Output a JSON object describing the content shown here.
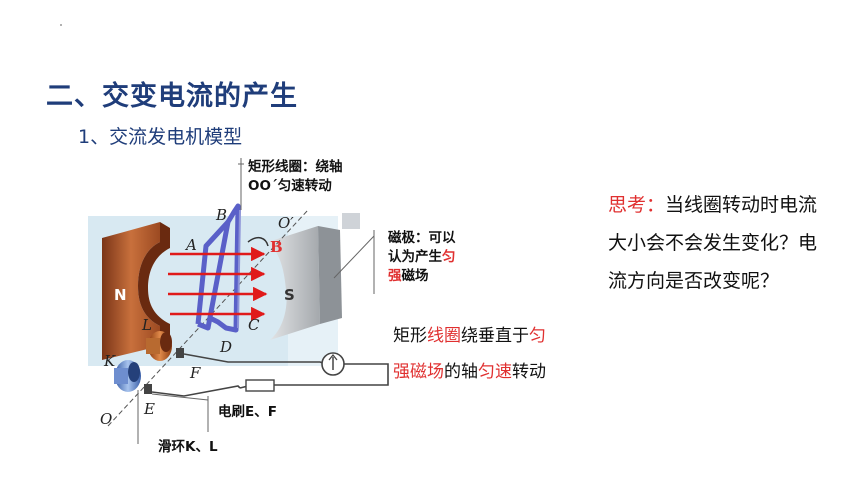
{
  "slide": {
    "title": "二、交变电流的产生",
    "subtitle": "1、交流发电机模型"
  },
  "diagram": {
    "coil_label": [
      "矩形线圈：绕轴",
      "OO´匀速转动"
    ],
    "pole_label": {
      "line1": "磁极：可以",
      "line2a": "认为产生",
      "line2b": "匀",
      "line3a": "强",
      "line3b": "磁场"
    },
    "brush_label": "电刷E、F",
    "ring_label": "滑环K、L",
    "letters": {
      "n": "N",
      "s": "S",
      "a": "A",
      "b": "B",
      "b_red": "B",
      "c": "C",
      "d": "D",
      "e": "E",
      "f": "F",
      "k": "K",
      "l": "L",
      "o": "O",
      "o2": "O′"
    }
  },
  "description": {
    "p1": "矩形",
    "p2": "线圈",
    "p3": "绕垂直于",
    "p4": "匀",
    "p5": "强磁场",
    "p6": "的轴",
    "p7": "匀速",
    "p8": "转动"
  },
  "think": {
    "keyword": "思考：",
    "text": "当线圈转动时电流大小会不会发生变化？电流方向是否改变呢？"
  },
  "colors": {
    "title": "#1f3d7a",
    "accent_red": "#e03030",
    "field_arrow": "#e01a1a",
    "coil": "#5a60c8"
  }
}
